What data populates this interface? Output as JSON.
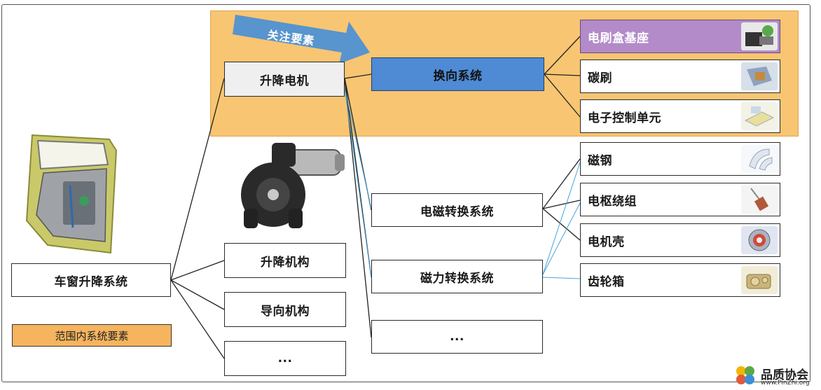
{
  "nodes": {
    "root": "车窗升降系统",
    "motor": "升降电机",
    "lift_mechanism": "升降机构",
    "guide_mechanism": "导向机构",
    "level1_more": "...",
    "commutation": "换向系统",
    "electromagnetic": "电磁转换系统",
    "magnetic_force": "磁力转换系统",
    "level2_more": "...",
    "brush_box_base": "电刷盒基座",
    "carbon_brush": "碳刷",
    "ecu": "电子控制单元",
    "magnet_steel": "磁钢",
    "armature_winding": "电枢绕组",
    "motor_housing": "电机壳",
    "gearbox": "齿轮箱"
  },
  "focus_label": "关注要素",
  "legend_label": "范围内系统要素",
  "watermark": {
    "title": "品质协会",
    "url": "www.PinZhi.org"
  },
  "colors": {
    "scope_fill": "#f8c572",
    "commutation_fill": "#4f8ad4",
    "brush_base_fill": "#b38bc8",
    "motor_fill": "#efefef",
    "arrow_fill": "#4a8fd6"
  },
  "icons": [
    "car-door-image",
    "window-motor-image",
    "brush-box-base-thumb",
    "carbon-brush-thumb",
    "ecu-thumb",
    "magnet-thumb",
    "armature-thumb",
    "housing-thumb",
    "gearbox-thumb",
    "pinzhi-logo-icon"
  ]
}
